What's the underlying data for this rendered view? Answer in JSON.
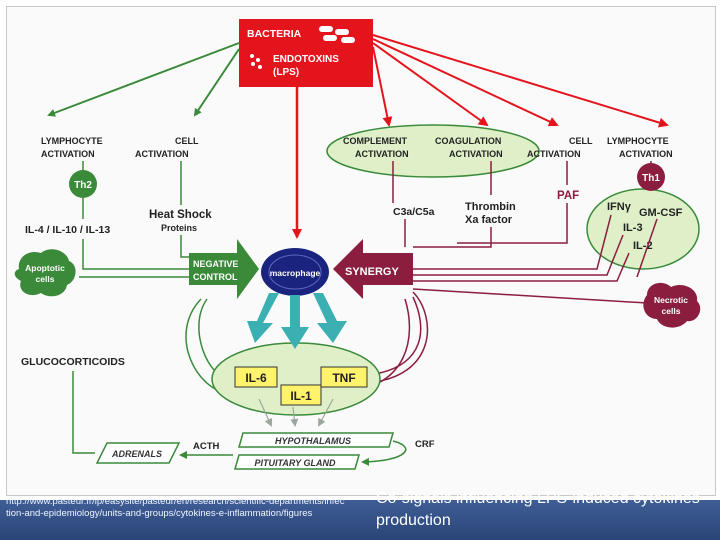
{
  "diagram": {
    "bacteria_title": "BACTERIA",
    "endotoxins_line1": "ENDOTOXINS",
    "endotoxins_line2": "(LPS)",
    "lymphocyte_left_1": "LYMPHOCYTE",
    "lymphocyte_left_2": "ACTIVATION",
    "cell_left_1": "CELL",
    "cell_left_2": "ACTIVATION",
    "complement_1": "COMPLEMENT",
    "complement_2": "ACTIVATION",
    "coagulation_1": "COAGULATION",
    "coagulation_2": "ACTIVATION",
    "cell_right_1": "CELL",
    "cell_right_2": "ACTIVATION",
    "lymphocyte_right_1": "LYMPHOCYTE",
    "lymphocyte_right_2": "ACTIVATION",
    "th2": "Th2",
    "th1": "Th1",
    "il_left": "IL-4 / IL-10 / IL-13",
    "heat_shock_1": "Heat Shock",
    "heat_shock_2": "Proteins",
    "c3a_c5a": "C3a/C5a",
    "thrombin_1": "Thrombin",
    "thrombin_2": "Xa factor",
    "paf": "PAF",
    "ifn": "IFNγ",
    "gmcsf": "GM-CSF",
    "il3": "IL-3",
    "il2": "IL-2",
    "apoptotic_1": "Apoptotic",
    "apoptotic_2": "cells",
    "negative_1": "NEGATIVE",
    "negative_2": "CONTROL",
    "macrophage": "macrophage",
    "synergy": "SYNERGY",
    "necrotic_1": "Necrotic",
    "necrotic_2": "cells",
    "glucocorticoids": "GLUCOCORTICOIDS",
    "il6": "IL-6",
    "il1": "IL-1",
    "tnf": "TNF",
    "adrenals": "ADRENALS",
    "acth": "ACTH",
    "hypothalamus": "HYPOTHALAMUS",
    "pituitary": "PITUITARY GLAND",
    "crf": "CRF"
  },
  "caption": {
    "url": "http://www.pasteur.fr/ip/easysite/pasteur/en/research/scientific-departments/infection-and-epidemiology/units-and-groups/cytokines-e-inflammation/figures",
    "title": "Co-signals influencing LPS-induced cytokines production"
  },
  "colors": {
    "green": "#3a8a3a",
    "red": "#e4141c",
    "navy": "#1a237e",
    "maroon": "#8b1e3f",
    "highlight": "#dff0c8",
    "yellow": "#fff36b",
    "teal": "#3bb0b3",
    "bottom_bar": "#31508a"
  }
}
